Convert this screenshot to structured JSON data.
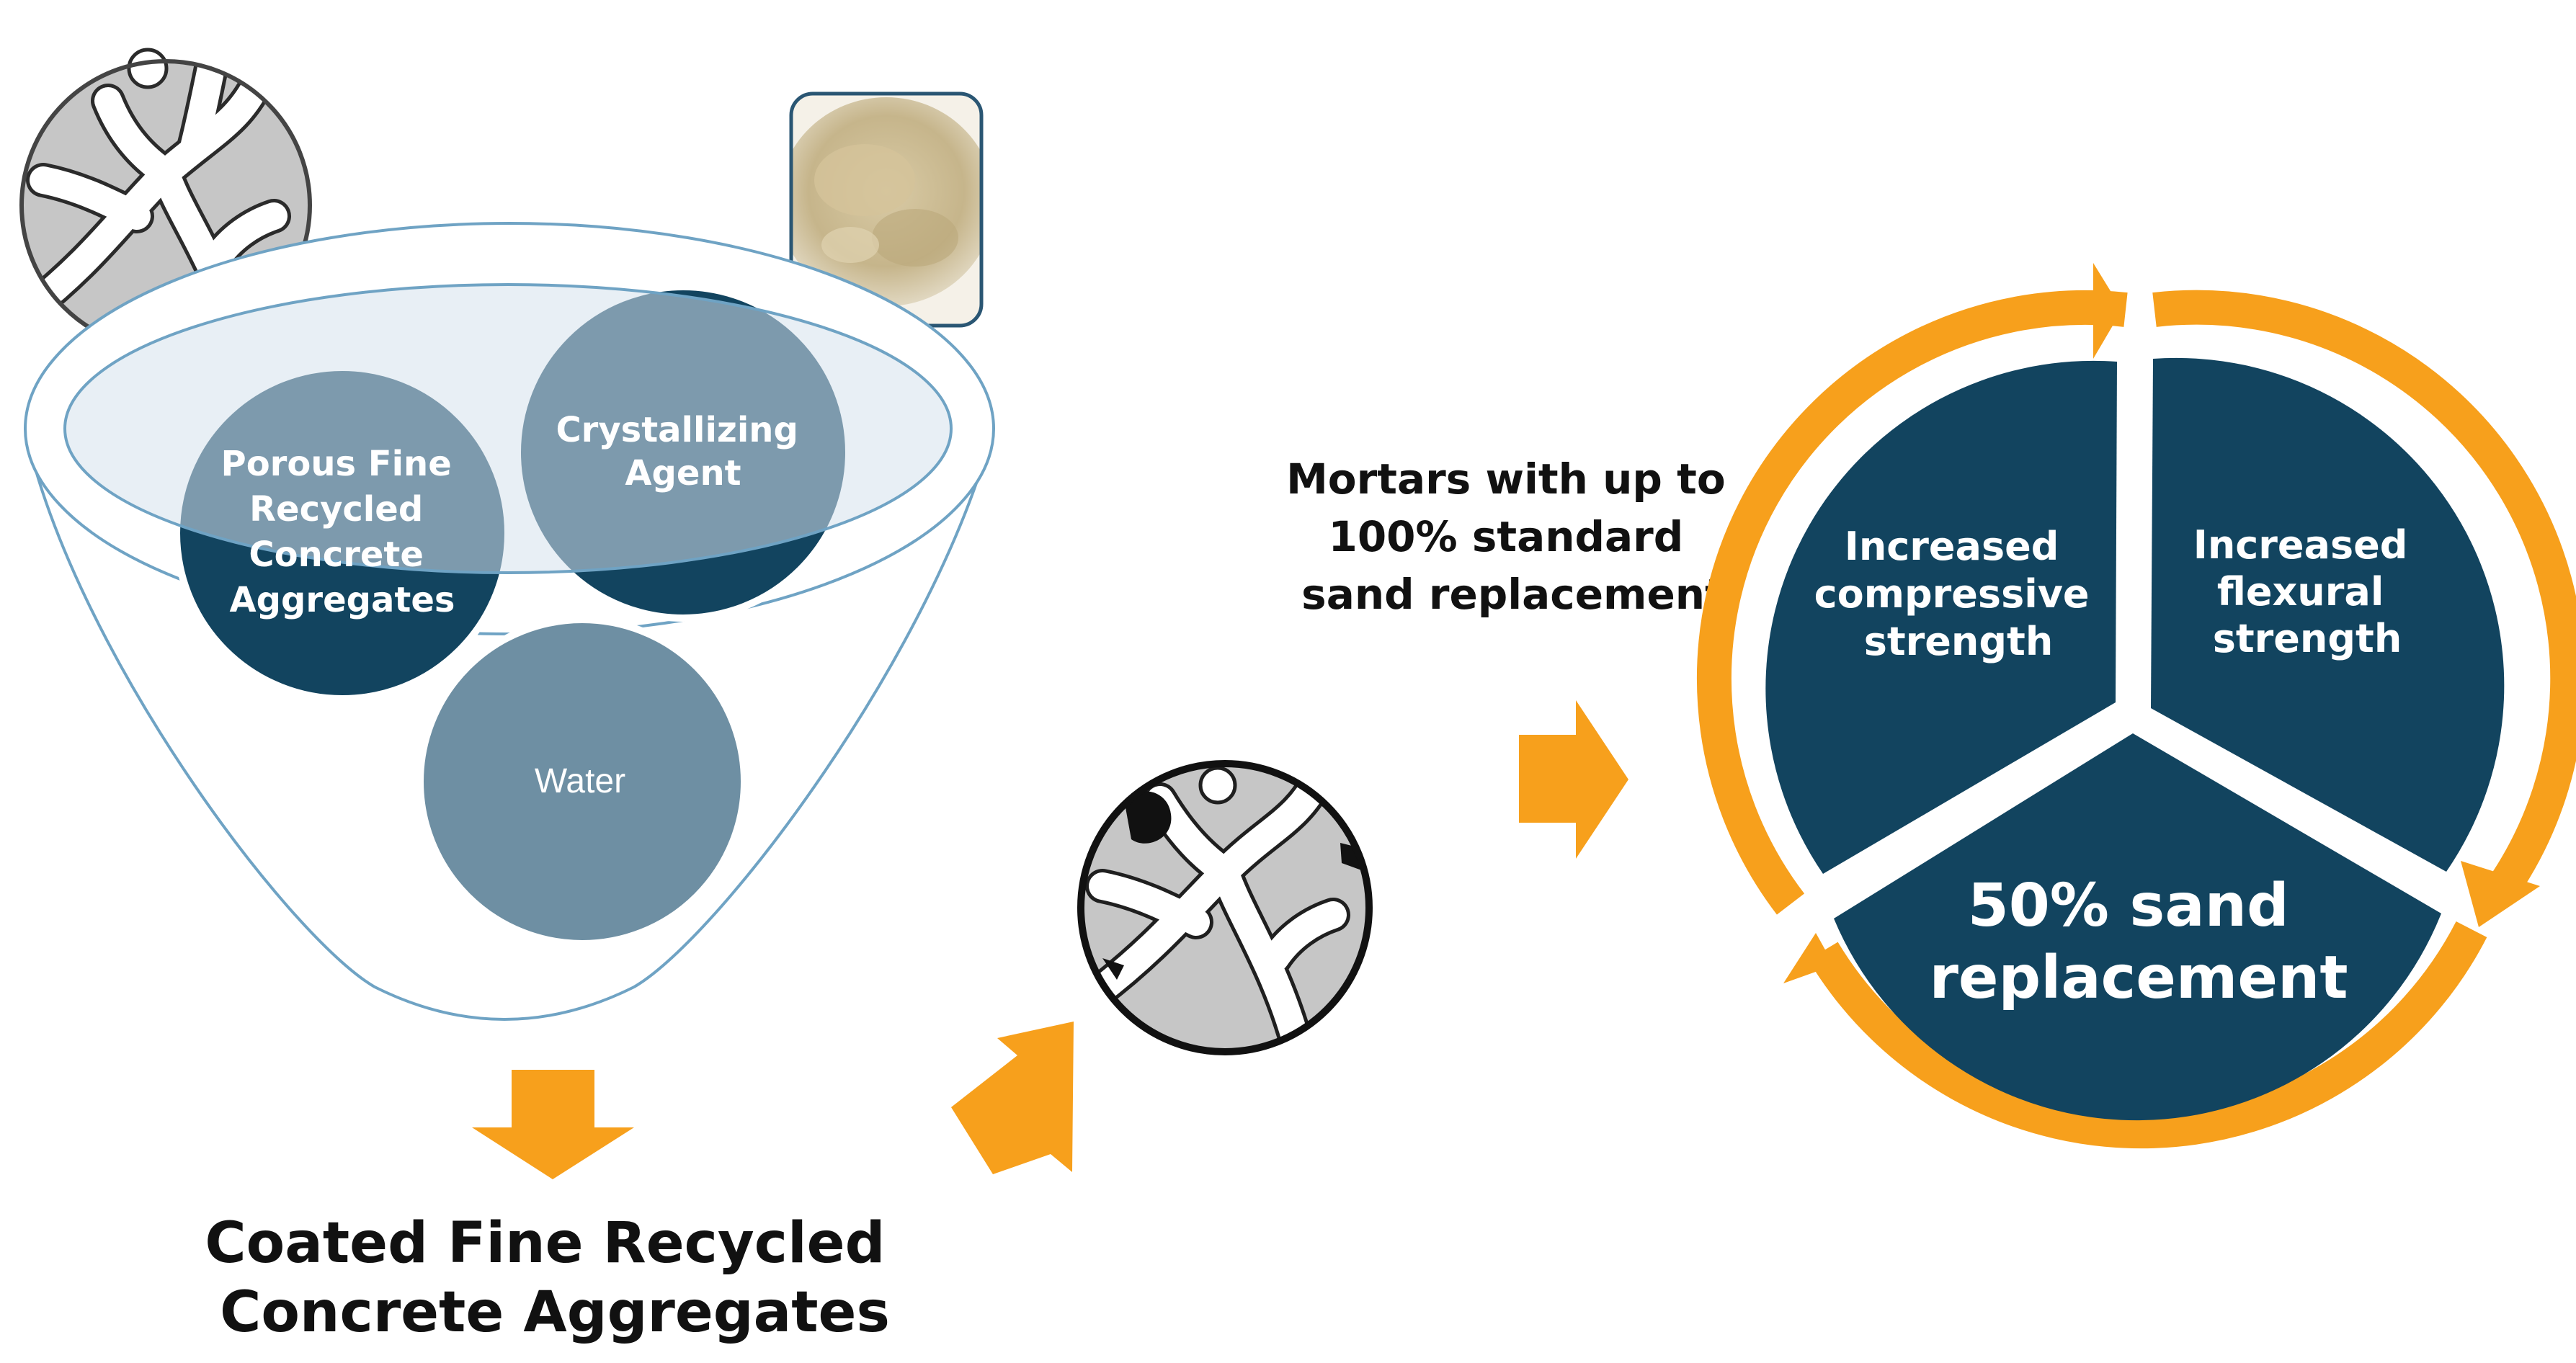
{
  "funnel": {
    "circles": [
      {
        "id": "rca",
        "lines": [
          "Porous Fine",
          "Recycled",
          "Concrete",
          "Aggregates"
        ]
      },
      {
        "id": "agent",
        "lines": [
          "Crystallizing",
          "Agent"
        ]
      },
      {
        "id": "water",
        "lines": [
          "Water"
        ]
      }
    ],
    "output_lines": [
      "Coated Fine Recycled",
      "Concrete Aggregates"
    ]
  },
  "mortar_lines": [
    "Mortars with up to",
    "100% standard",
    "sand replacement"
  ],
  "cycle": {
    "segments": [
      {
        "id": "compressive",
        "lines": [
          "Increased",
          "compressive",
          "strength"
        ]
      },
      {
        "id": "flexural",
        "lines": [
          "Increased",
          "flexural",
          "strength"
        ]
      },
      {
        "id": "sand",
        "lines": [
          "50% sand",
          "replacement"
        ]
      }
    ]
  },
  "colors": {
    "navy": "#12445f",
    "slate": "#6e8fa3",
    "orange": "#f7a01c",
    "funnel_outline": "#6fa3c4",
    "texture_gray": "#c6c6c6"
  }
}
